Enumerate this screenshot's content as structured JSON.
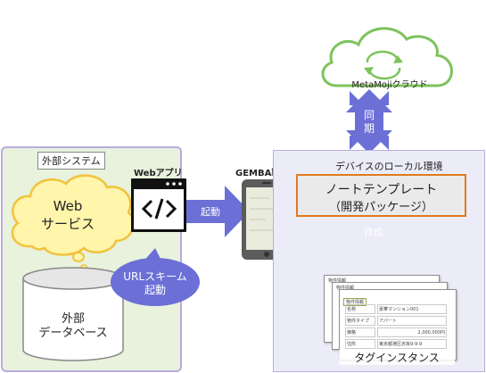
{
  "cloud": {
    "label": "MetaMojiクラウド"
  },
  "sync": {
    "char1": "同",
    "char2": "期"
  },
  "external_system": {
    "title": "外部システム"
  },
  "web_service": {
    "line1": "Web",
    "line2": "サービス"
  },
  "web_app": {
    "label": "Webアプリ"
  },
  "url_scheme": {
    "line1": "URLスキーム",
    "line2": "起動"
  },
  "external_db": {
    "line1": "外部",
    "line2": "データベース"
  },
  "launch_arrow": {
    "label": "起動"
  },
  "device": {
    "label": "GEMBA製品"
  },
  "device_env": {
    "title": "デバイスのローカル環境"
  },
  "note_template": {
    "line1": "ノートテンプレート",
    "line2": "（開発パッケージ）"
  },
  "create_arrow": {
    "label": "作成"
  },
  "tag_instance": {
    "caption": "タグインスタンス",
    "card_header": "物件情報",
    "rows": [
      {
        "key": "名称",
        "value": "豪華マンション001"
      },
      {
        "key": "物件タイプ",
        "value": "アパート"
      },
      {
        "key": "価格",
        "value": "2,000,000円"
      },
      {
        "key": "住所",
        "value": "東京都港区赤坂9-9-9"
      }
    ]
  },
  "colors": {
    "arrow": "#6b6fd6",
    "cloud_stroke": "#7dc35b",
    "left_panel": "#e8f2dc",
    "right_panel": "#ececf8",
    "template_border": "#e07a1f",
    "thought_fill": "#fff5ab",
    "thought_stroke": "#f2c23c",
    "card_border": "#8fa84f"
  }
}
